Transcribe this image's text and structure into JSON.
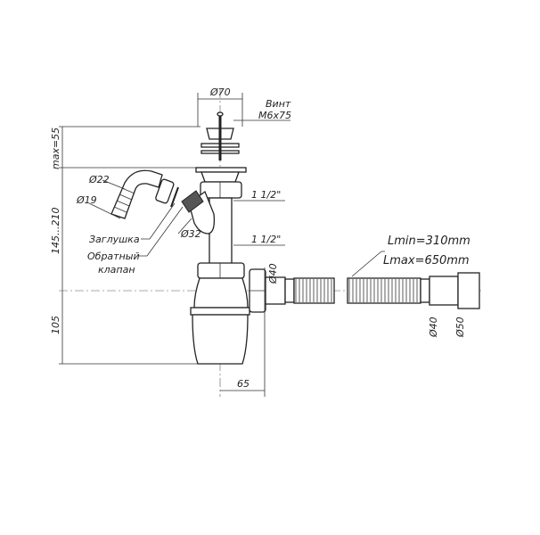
{
  "labels": {
    "plug_diameter": "Ø70",
    "screw_title": "Винт",
    "screw_size": "M6x75",
    "max_height": "max=55",
    "height_range": "145...210",
    "bottle_height": "105",
    "elbow_outer": "Ø22",
    "elbow_inner": "Ø19",
    "plug_label": "Заглушка",
    "valve_label_1": "Обратный",
    "valve_label_2": "клапан",
    "branch_diameter": "Ø32",
    "thread_upper": "1 1/2\"",
    "thread_lower": "1 1/2\"",
    "outlet_diameter": "Ø40",
    "hose_lmin": "Lmin=310mm",
    "hose_lmax": "Lmax=650mm",
    "hose_end_inner": "Ø40",
    "hose_end_outer": "Ø50",
    "offset": "65"
  }
}
